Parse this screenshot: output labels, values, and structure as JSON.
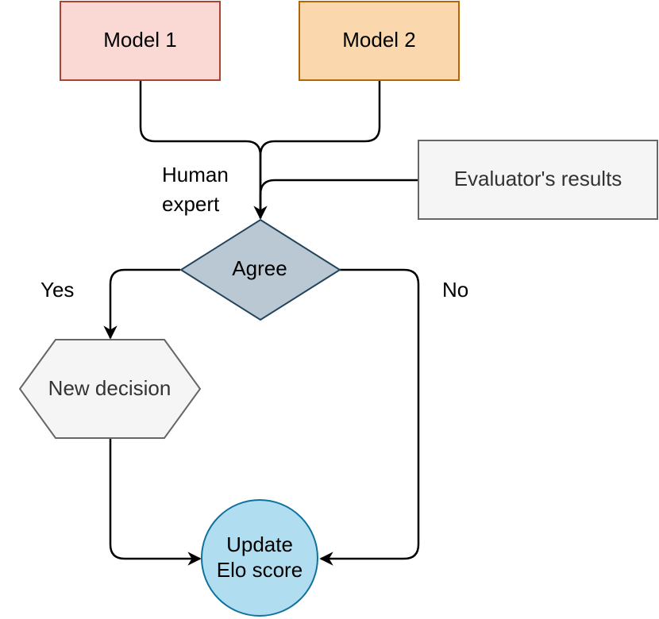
{
  "nodes": {
    "model1": {
      "label": "Model 1",
      "fill": "#fad9d5",
      "stroke": "#ae4132"
    },
    "model2": {
      "label": "Model 2",
      "fill": "#fad7ac",
      "stroke": "#b46504"
    },
    "evaluator": {
      "label": "Evaluator's results",
      "fill": "#f5f5f5",
      "stroke": "#666666",
      "text_color": "#333333"
    },
    "agree": {
      "label": "Agree",
      "fill": "#bac8d3",
      "stroke": "#23445d"
    },
    "new_decision": {
      "label": "New decision",
      "fill": "#f5f5f5",
      "stroke": "#666666",
      "text_color": "#333333"
    },
    "update_elo": {
      "label_line1": "Update",
      "label_line2": "Elo score",
      "fill": "#b1ddf0",
      "stroke": "#10739e"
    }
  },
  "edge_labels": {
    "human_expert_line1": "Human",
    "human_expert_line2": "expert",
    "yes": "Yes",
    "no": "No"
  }
}
